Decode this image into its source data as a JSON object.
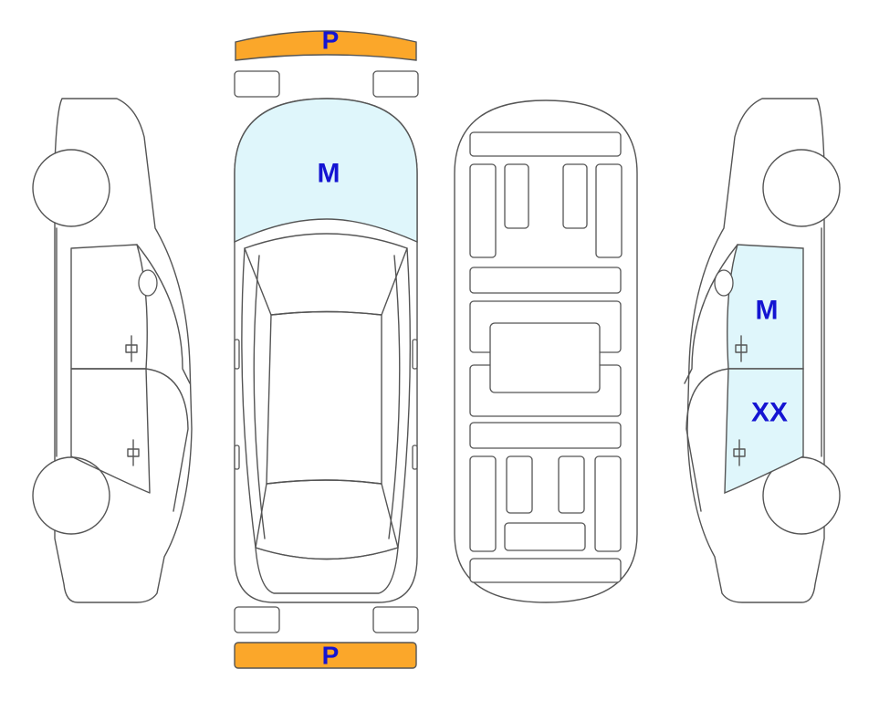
{
  "legend_codes": {
    "front_bumper": "P",
    "rear_bumper": "P",
    "hood": "M",
    "right_front_door": "M",
    "right_rear_door": "XX"
  },
  "colors": {
    "bumper_fill": "#fba72a",
    "marked_panel_fill": "#dff6fb",
    "code_text": "#1414d2",
    "outline": "#555555"
  }
}
